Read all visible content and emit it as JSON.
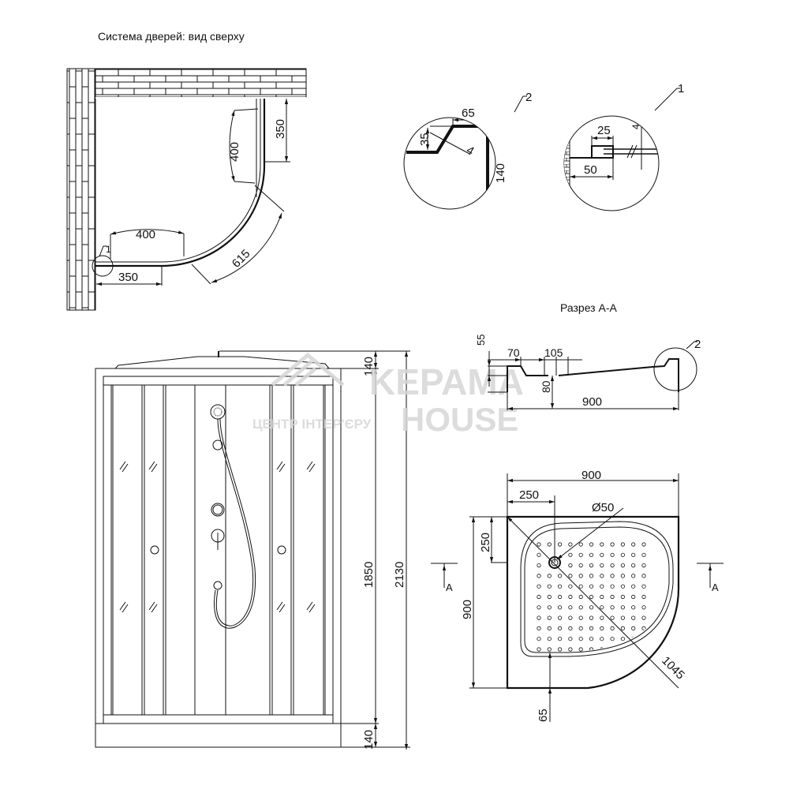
{
  "top_view": {
    "title": "Система дверей: вид сверху",
    "dims": {
      "door_side_right": "350",
      "door_arc_right": "400",
      "door_arc_bottom": "400",
      "curve_length": "615",
      "door_side_bottom": "350",
      "callout": "1"
    }
  },
  "detail_2": {
    "callout": "2",
    "dims": {
      "width": "65",
      "rise": "35",
      "thickness": "4",
      "height": "140"
    }
  },
  "detail_1": {
    "callout": "1",
    "dims": {
      "profile": "25",
      "thickness": "4",
      "depth": "50"
    }
  },
  "front_view": {
    "dims": {
      "top": "140",
      "middle": "1850",
      "total": "2130",
      "bottom": "140"
    }
  },
  "watermark": {
    "brand_line1": "KEPAMA",
    "brand_line2": "HOUSE",
    "tagline": "ЦЕНТР ІНТЕР'ЄРУ"
  },
  "section": {
    "title": "Разрез А-А",
    "callout": "2",
    "dims": {
      "rim": "55",
      "ledge": "70",
      "step": "105",
      "depth": "80",
      "width": "900"
    }
  },
  "tray_plan": {
    "dims": {
      "width": "900",
      "drain_x": "250",
      "drain_diameter": "Ø50",
      "height": "900",
      "drain_y": "250",
      "radius_offset": "65",
      "diagonal": "1045"
    },
    "section_marker_left": "A",
    "section_marker_right": "A"
  },
  "colors": {
    "line": "#111111",
    "watermark": "#d6d6d6"
  }
}
